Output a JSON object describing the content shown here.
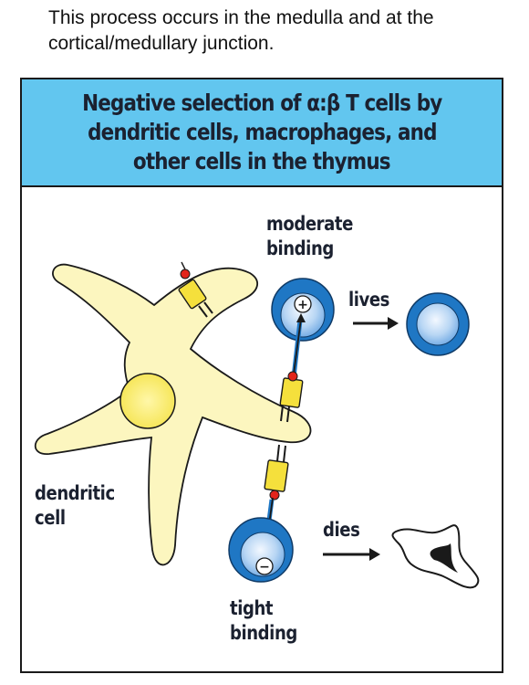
{
  "caption": {
    "line1": "This process occurs in the medulla and at the",
    "line2": "cortical/medullary junction."
  },
  "figure": {
    "title_line1": "Negative selection of α:β T cells by",
    "title_line2": "dendritic cells, macrophages, and",
    "title_line3": "other cells in the thymus",
    "labels": {
      "moderate_line1": "moderate",
      "moderate_line2": "binding",
      "lives": "lives",
      "dies": "dies",
      "tight_line1": "tight",
      "tight_line2": "binding",
      "dendritic_line1": "dendritic",
      "dendritic_line2": "cell"
    },
    "symbols": {
      "plus": "+",
      "minus": "−"
    },
    "colors": {
      "header_bg": "#62c6ef",
      "dendritic_cell": "#fcf6bf",
      "nucleus": "#fbf07a",
      "t_cell_ring": "#1f77c4",
      "receptor": "#f5e03c",
      "antigen": "#e2241b"
    }
  }
}
